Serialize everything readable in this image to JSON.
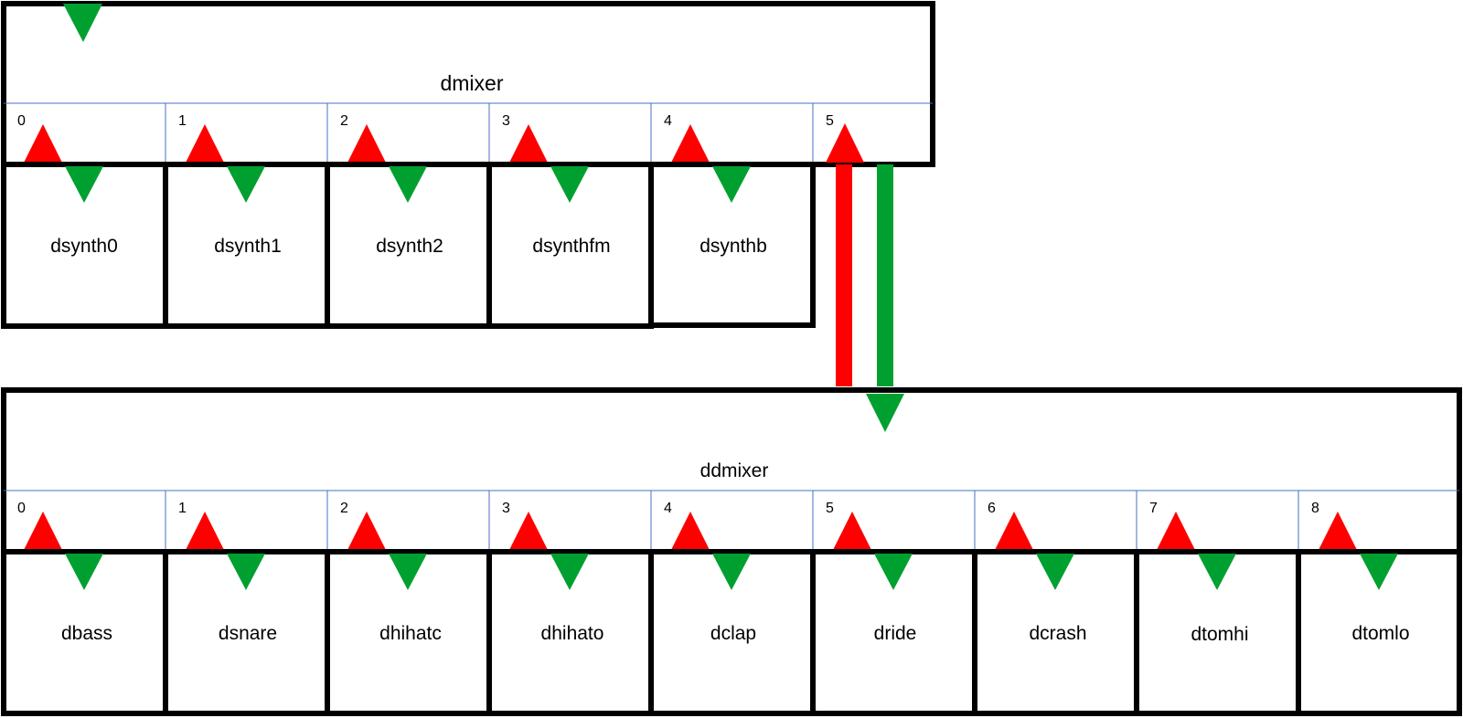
{
  "colors": {
    "stroke": "#000000",
    "divider": "#4472c4",
    "output_arrow": "#00a030",
    "input_arrow": "#ff0000",
    "background": "#ffffff"
  },
  "dmixer": {
    "title": "dmixer",
    "slots": [
      "0",
      "1",
      "2",
      "3",
      "4",
      "5"
    ],
    "modules": [
      "dsynth0",
      "dsynth1",
      "dsynth2",
      "dsynthfm",
      "dsynthb"
    ]
  },
  "ddmixer": {
    "title": "ddmixer",
    "slots": [
      "0",
      "1",
      "2",
      "3",
      "4",
      "5",
      "6",
      "7",
      "8"
    ],
    "modules": [
      "dbass",
      "dsnare",
      "dhihatc",
      "dhihato",
      "dclap",
      "dride",
      "dcrash",
      "dtomhi",
      "dtomlo"
    ]
  }
}
